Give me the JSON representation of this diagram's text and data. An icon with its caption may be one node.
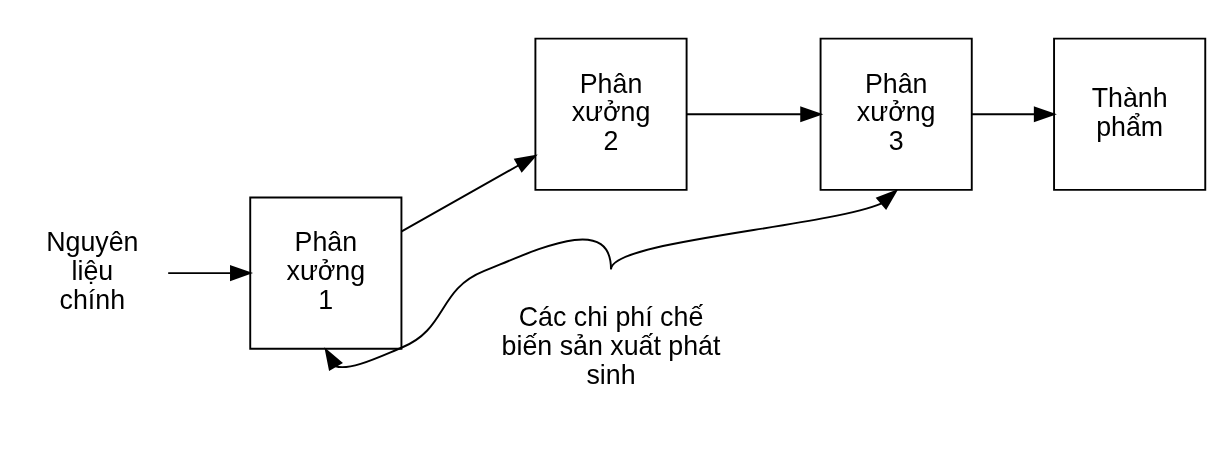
{
  "diagram": {
    "nodes": [
      {
        "text": [
          "Nguyên liệu chính"
        ]
      },
      {
        "text": [
          "Phân xưởng 1"
        ]
      },
      {
        "text": [
          "Phân xưởng 2"
        ]
      },
      {
        "text": [
          "Phân xưởng 3"
        ]
      },
      {
        "text": [
          "Thành phẩm"
        ]
      },
      {
        "text": [
          "Các chi phí chế biến sản xuất phát sinh"
        ]
      }
    ],
    "edges": [
      {
        "from": 0,
        "to": 1,
        "arrow": "to"
      },
      {
        "from": 1,
        "to": 2,
        "arrow": "to"
      },
      {
        "from": 2,
        "to": 3,
        "arrow": "to"
      },
      {
        "from": 3,
        "to": 4,
        "arrow": "to"
      },
      {
        "from": 5,
        "to": 1,
        "arrow": "to"
      },
      {
        "from": 5,
        "to": 3,
        "arrow": "to"
      }
    ]
  }
}
